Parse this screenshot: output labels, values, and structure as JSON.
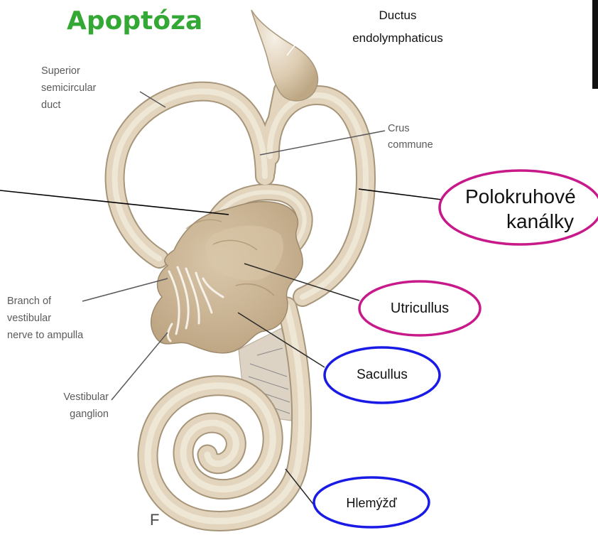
{
  "title": "Apoptóza",
  "figure_letter": "F",
  "labels": {
    "superior_semicircular_duct": {
      "line1": "Superior",
      "line2": "semicircular",
      "line3": "duct"
    },
    "crus_commune": {
      "line1": "Crus",
      "line2": "commune"
    },
    "branch_of_vestibular_nerve": {
      "line1": "Branch of",
      "line2": "vestibular",
      "line3": "nerve to ampulla"
    },
    "vestibular_ganglion": {
      "line1": "Vestibular",
      "line2": "ganglion"
    }
  },
  "callouts": {
    "ductus_endolymphaticus": {
      "line1": "Ductus",
      "line2": "endolymphaticus"
    },
    "polokruhove_kanalky": {
      "line1": "Polokruhové",
      "line2": "kanálky",
      "ring_color": "#c8198a"
    },
    "utricullus": {
      "text": "Utricullus",
      "ring_color": "#c8198a"
    },
    "sacullus": {
      "text": "Sacullus",
      "ring_color": "#1a1ae6"
    },
    "hlemyzd": {
      "text": "Hlemýžď",
      "ring_color": "#1a1ae6"
    }
  },
  "colors": {
    "title": "#34a835",
    "label_text": "#5a5a5a",
    "callout_text": "#111111",
    "tissue": "#e3d5bd",
    "tissue_light": "#f3ecdf",
    "tissue_outline": "#a7957a",
    "body": "#cbb698"
  }
}
